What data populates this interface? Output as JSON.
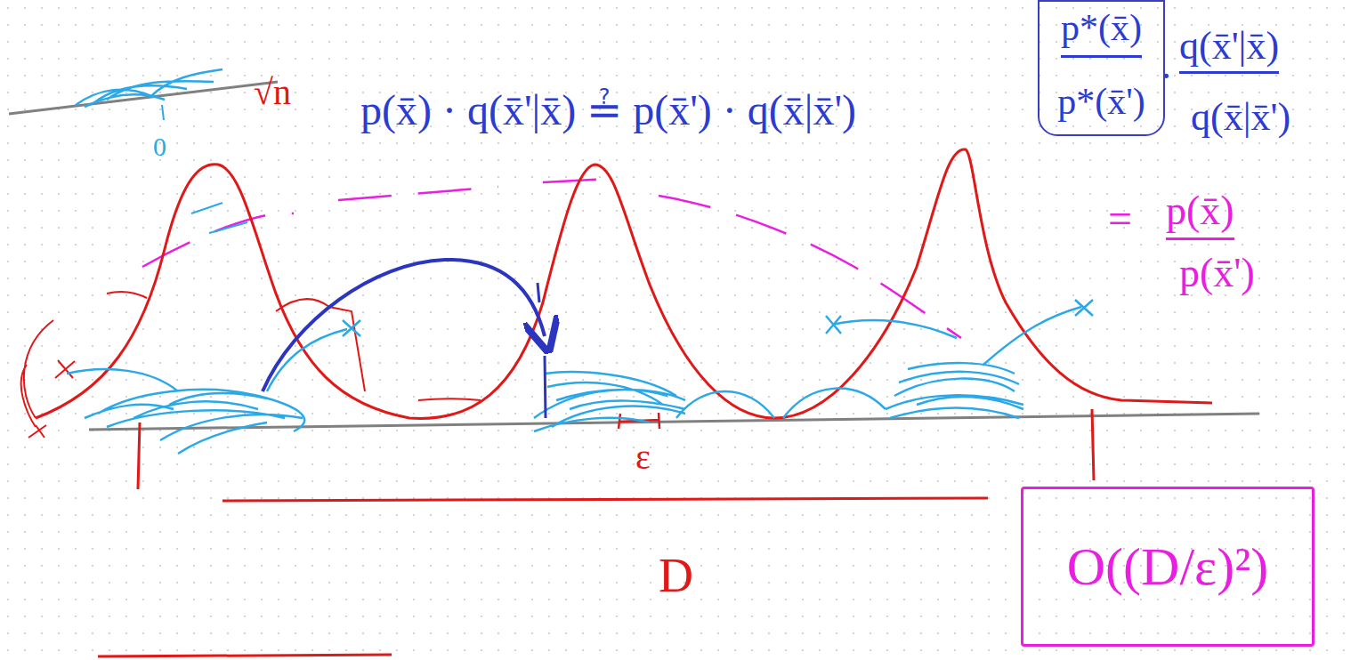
{
  "diagram": {
    "nodes": [
      {
        "text": [
          "p*(x̄)",
          "p*(x̄')"
        ]
      },
      {
        "text": [
          "O((D/ε)²)"
        ]
      }
    ],
    "labels": [
      "√n",
      "0",
      "p(x̄) · q(x̄'|x̄) ≟ p(x̄') · q(x̄|x̄')",
      "·",
      "q(x̄'|x̄)",
      "q(x̄|x̄')",
      "=",
      "p(x̄)",
      "p(x̄')",
      "ε",
      "D"
    ]
  }
}
